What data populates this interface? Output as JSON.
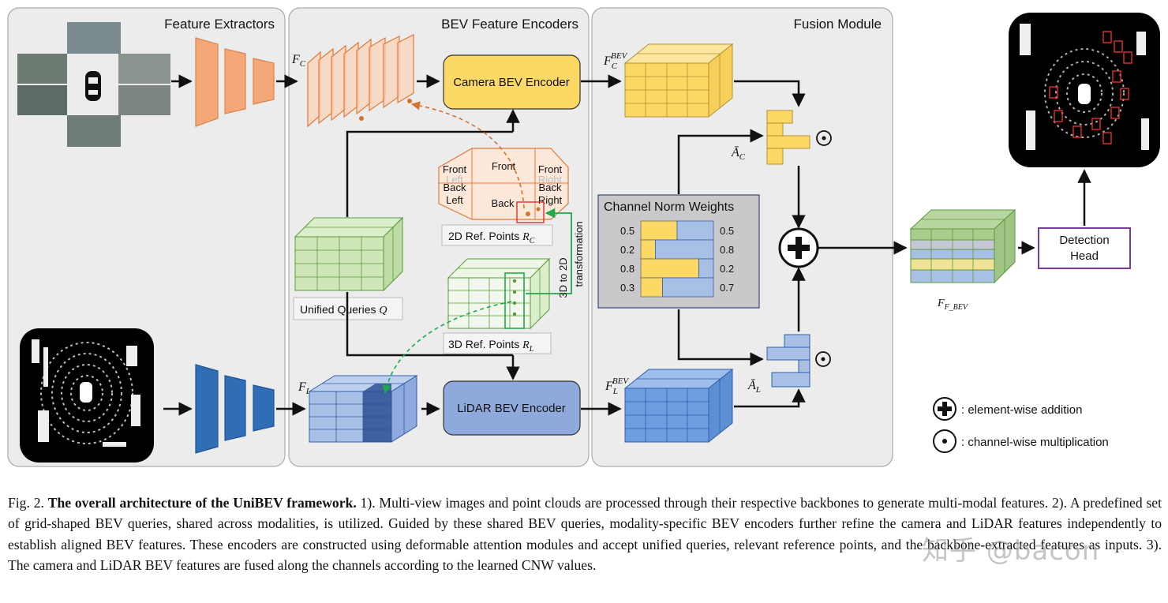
{
  "panels": {
    "feature_extractors": "Feature Extractors",
    "bev_encoders": "BEV Feature Encoders",
    "fusion": "Fusion Module"
  },
  "blocks": {
    "camera_encoder": "Camera BEV Encoder",
    "lidar_encoder": "LiDAR BEV Encoder",
    "detection_head_line1": "Detection",
    "detection_head_line2": "Head"
  },
  "symbols": {
    "fc": "F",
    "fc_sub": "C",
    "fl": "F",
    "fl_sub": "L",
    "fc_bev": "F",
    "fc_bev_sub": "C",
    "fc_bev_sup": "BEV",
    "fl_bev": "F",
    "fl_bev_sub": "L",
    "fl_bev_sup": "BEV",
    "ac": "Ā",
    "ac_sub": "C",
    "al": "Ā",
    "al_sub": "L",
    "ffbev": "F",
    "ffbev_sub": "F_BEV"
  },
  "queries": {
    "unified_label": "Unified Queries ",
    "unified_sym": "Q",
    "ref3d_label": "3D Ref. Points ",
    "ref3d_sym": "R",
    "ref3d_sub": "L",
    "ref2d_label": "2D Ref. Points ",
    "ref2d_sym": "R",
    "ref2d_sub": "C",
    "transform_line1": "3D to 2D",
    "transform_line2": "transformation"
  },
  "camera_views": {
    "front": "Front",
    "front_left_1": "Front",
    "front_left_2": "Left",
    "front_right_1": "Front",
    "front_right_2": "Right",
    "back_left_1": "Back",
    "back_left_2": "Left",
    "back_right_1": "Back",
    "back_right_2": "Right",
    "back": "Back"
  },
  "cnw": {
    "title": "Channel Norm Weights",
    "rows": [
      {
        "left": "0.5",
        "right": "0.5",
        "camera": 0.5,
        "lidar": 0.5
      },
      {
        "left": "0.2",
        "right": "0.8",
        "camera": 0.2,
        "lidar": 0.8
      },
      {
        "left": "0.8",
        "right": "0.2",
        "camera": 0.8,
        "lidar": 0.2
      },
      {
        "left": "0.3",
        "right": "0.7",
        "camera": 0.3,
        "lidar": 0.7
      }
    ]
  },
  "legend": {
    "add": ": element-wise addition",
    "mul": ": channel-wise multiplication"
  },
  "colors": {
    "camera_orange": "#f4a878",
    "camera_orange_stroke": "#e07a3a",
    "lidar_blue": "#2f6eb5",
    "lidar_light": "#a8c0e6",
    "query_green": "#cfe6b8",
    "query_green_stroke": "#5a9a3a",
    "yellow": "#fcd865",
    "panel_bg": "#ececec"
  },
  "caption": {
    "prefix": "Fig. 2.   ",
    "bold": "The overall architecture of the UniBEV framework.",
    "text": " 1). Multi-view images and point clouds are processed through their respective backbones to generate multi-modal features. 2). A predefined set of grid-shaped BEV queries, shared across modalities, is utilized. Guided by these shared BEV queries, modality-specific BEV encoders further refine the camera and LiDAR features independently to establish aligned BEV features. These encoders are constructed using deformable attention modules and accept unified queries, relevant reference points, and the backbone-extracted features as inputs. 3). The camera and LiDAR BEV features are fused along the channels according to the learned CNW values."
  },
  "watermark": "知乎 @bacon"
}
